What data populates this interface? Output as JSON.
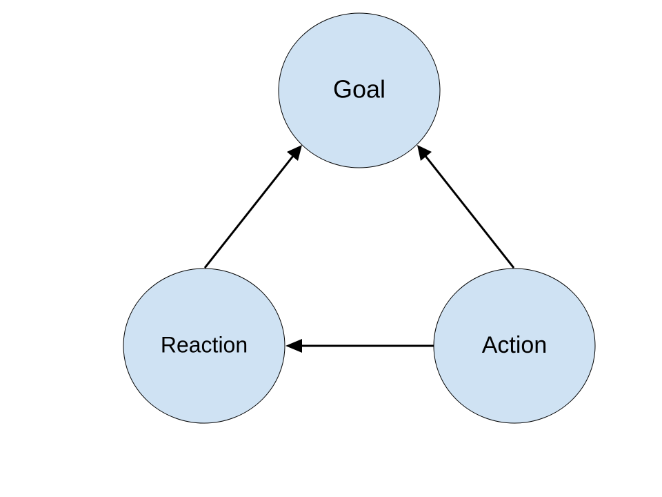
{
  "diagram": {
    "nodes": {
      "goal": {
        "label": "Goal"
      },
      "reaction": {
        "label": "Reaction"
      },
      "action": {
        "label": "Action"
      }
    },
    "edges": [
      {
        "from": "reaction",
        "to": "goal"
      },
      {
        "from": "action",
        "to": "goal"
      },
      {
        "from": "action",
        "to": "reaction"
      }
    ],
    "colors": {
      "node_fill": "#cfe2f3",
      "node_stroke": "#000000",
      "arrow": "#000000"
    }
  }
}
